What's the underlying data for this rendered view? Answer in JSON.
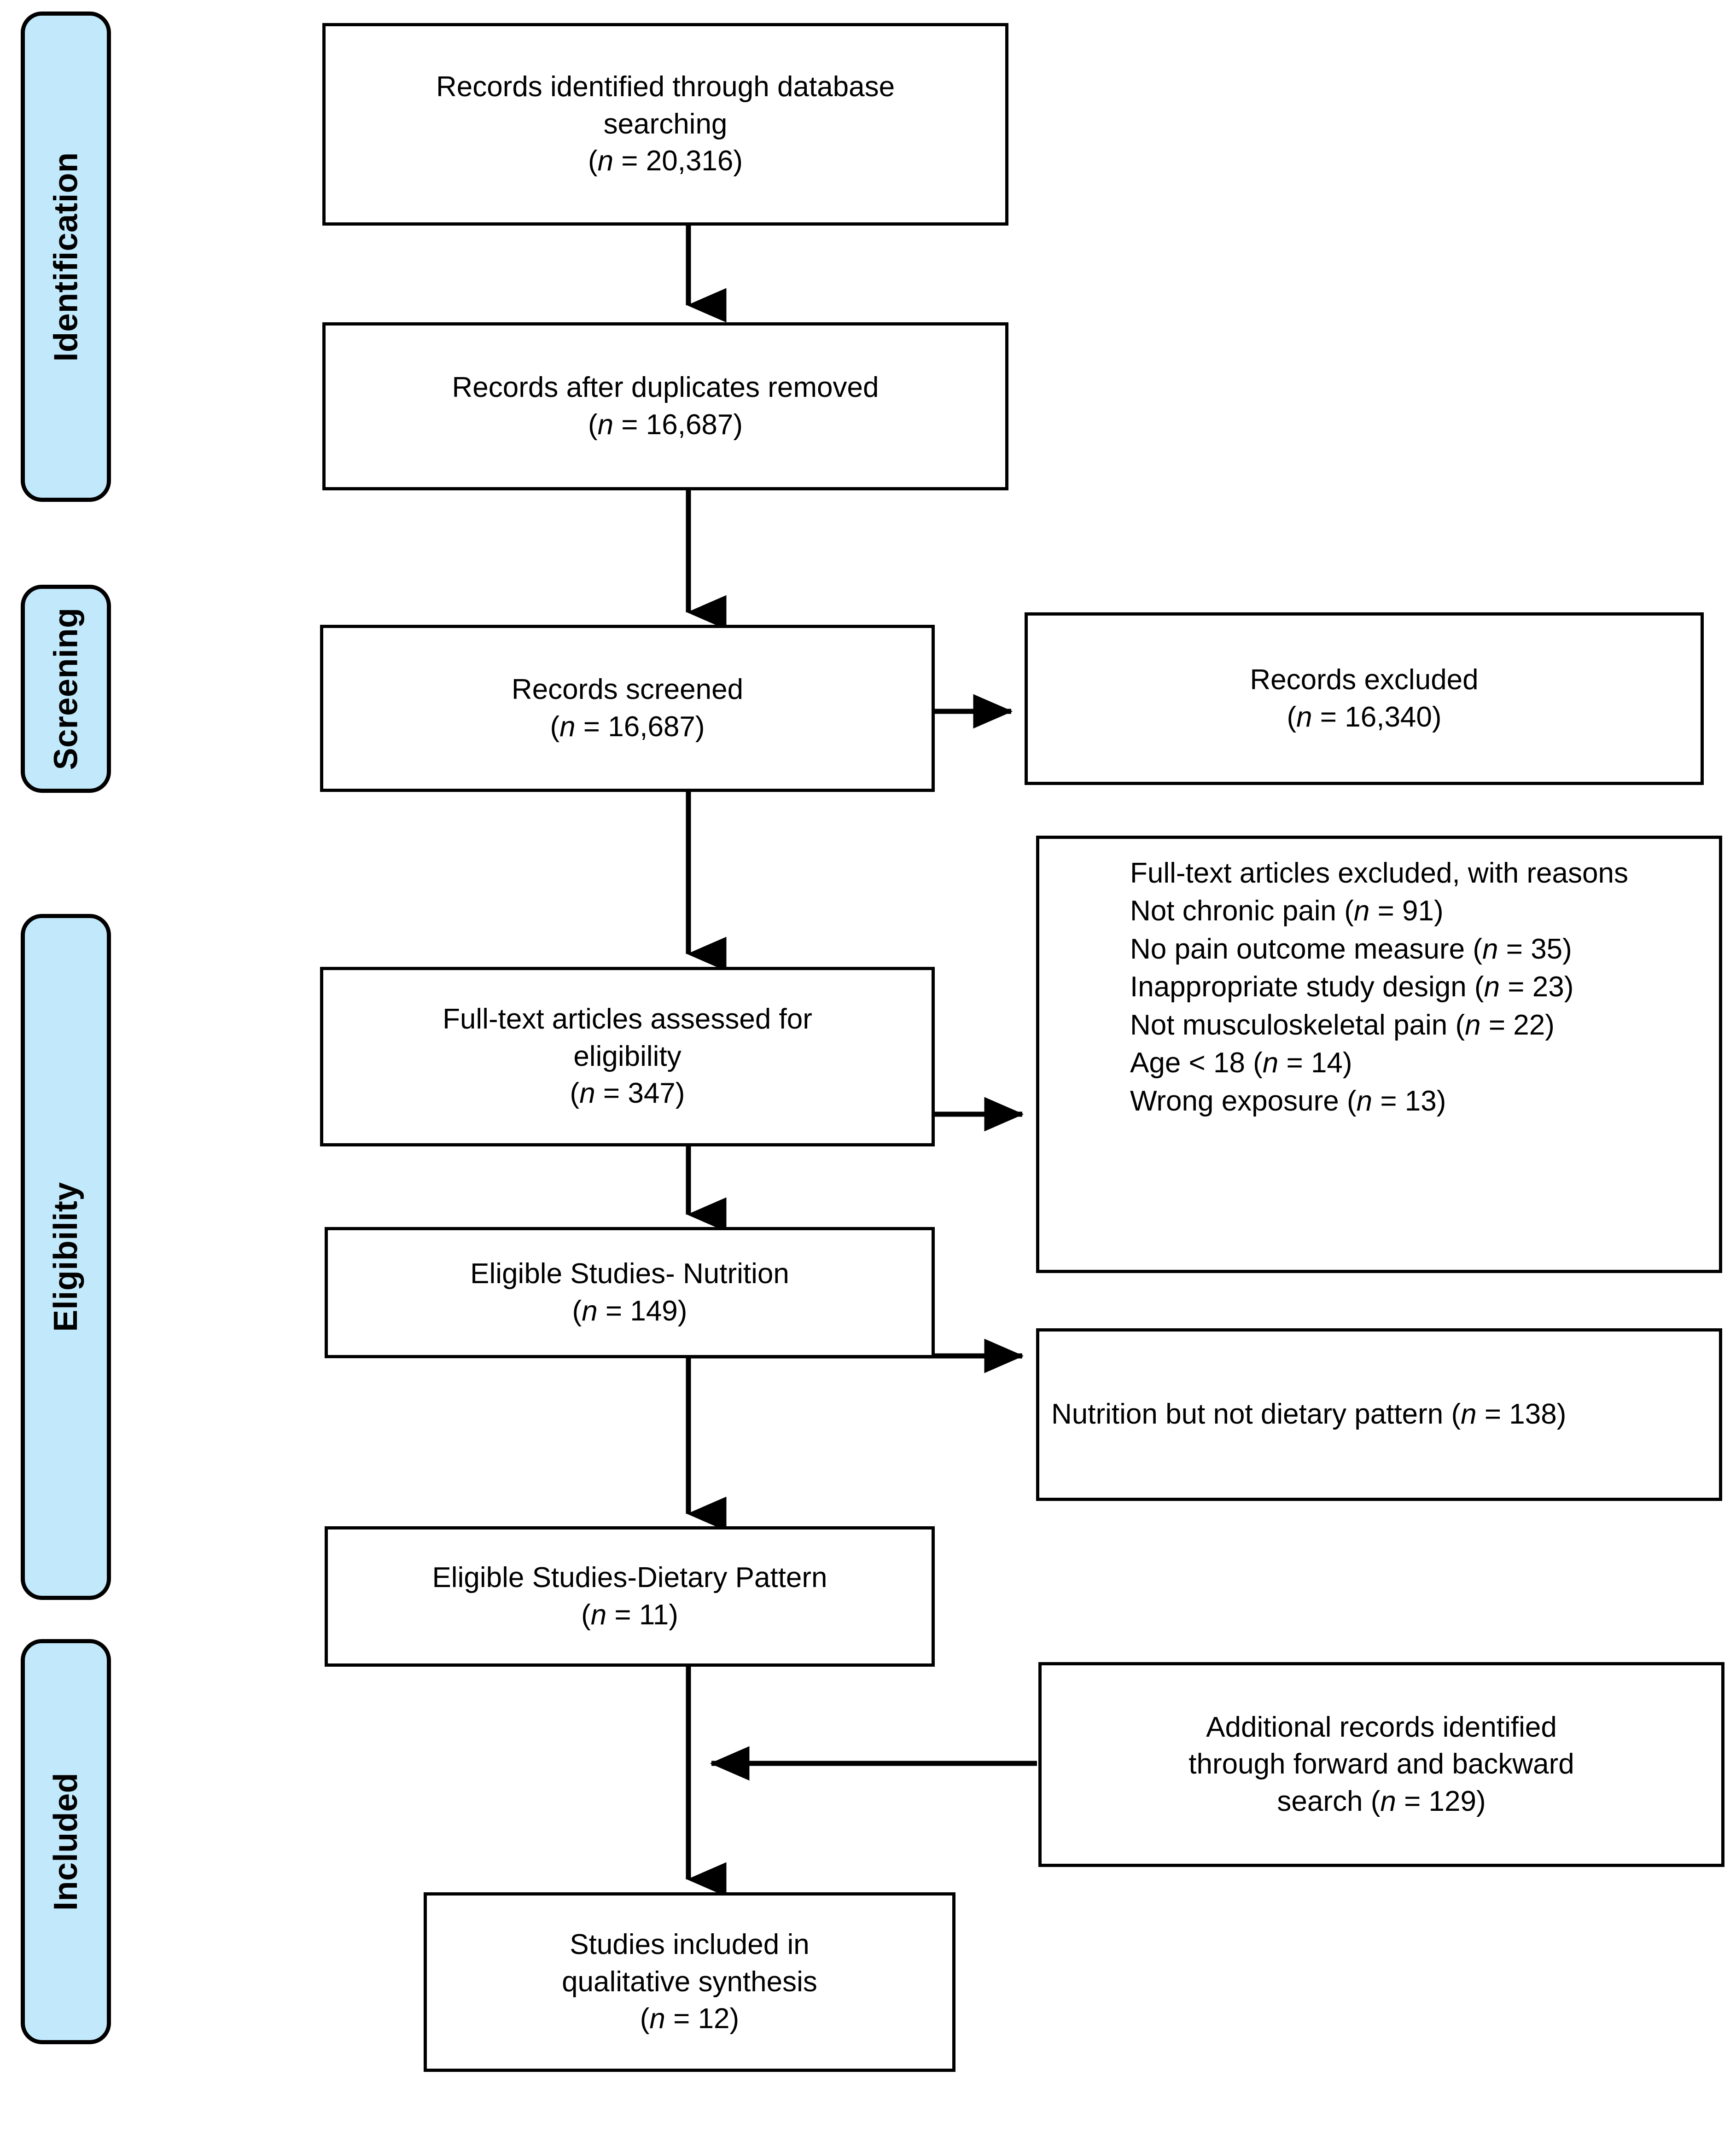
{
  "diagram": {
    "type": "prisma-flow-diagram",
    "stages": [
      {
        "id": "identification",
        "label": "Identification"
      },
      {
        "id": "screening",
        "label": "Screening"
      },
      {
        "id": "eligibility",
        "label": "Eligibility"
      },
      {
        "id": "included",
        "label": "Included"
      }
    ],
    "boxes": {
      "records_identified": {
        "line1": "Records identified through database",
        "line2": "searching",
        "count_prefix": "(",
        "count_n": "n",
        "count_eq": " = ",
        "count_value": "20,316",
        "count_suffix": ")"
      },
      "records_after_duplicates": {
        "line1": "Records after duplicates removed",
        "count_n": "n",
        "count_value": "16,687"
      },
      "records_screened": {
        "line1": "Records screened",
        "count_n": "n",
        "count_value": "16,687"
      },
      "records_excluded": {
        "line1": "Records excluded",
        "count_n": "n",
        "count_value": "16,340"
      },
      "fulltext_assessed": {
        "line1": "Full-text articles assessed for",
        "line2": "eligibility",
        "count_n": "n",
        "count_value": "347"
      },
      "fulltext_excluded": {
        "heading": "Full-text articles excluded, with reasons",
        "reasons": [
          {
            "label": "Not chronic pain",
            "n": "n",
            "value": "91"
          },
          {
            "label": "No pain outcome measure",
            "n": "n",
            "value": "35"
          },
          {
            "label": "Inappropriate study design",
            "n": "n",
            "value": "23"
          },
          {
            "label": "Not musculoskeletal pain",
            "n": "n",
            "value": "22"
          },
          {
            "label": "Age < 18",
            "n": "n",
            "value": "14"
          },
          {
            "label": "Wrong exposure",
            "n": "n",
            "value": "13"
          }
        ]
      },
      "eligible_nutrition": {
        "line1": "Eligible Studies- Nutrition",
        "count_n": "n",
        "count_value": "149"
      },
      "nutrition_not_dietary": {
        "text_before": "Nutrition but not dietary pattern (",
        "count_n": "n",
        "text_after": " = 138)"
      },
      "eligible_dietary": {
        "line1": "Eligible Studies-Dietary Pattern",
        "count_n": "n",
        "count_value": "11"
      },
      "additional_records": {
        "line1": "Additional records identified",
        "line2": "through forward and backward",
        "line3_before": "search (",
        "count_n": "n",
        "line3_after": " = 129)"
      },
      "studies_included": {
        "line1": "Studies included in",
        "line2": "qualitative synthesis",
        "count_n": "n",
        "count_value": "12"
      }
    },
    "colors": {
      "stage_fill": "#c2e9fb",
      "stroke": "#000000",
      "box_fill": "#ffffff"
    }
  }
}
